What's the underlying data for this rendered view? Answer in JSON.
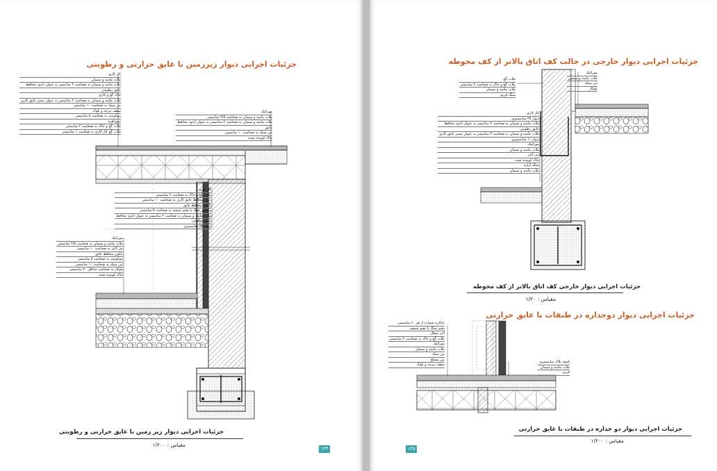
{
  "left_page": {
    "title": "جزئیات اجرایی دیوار زیرزمین با عایق حرارتی و رطوبتی",
    "caption": "جزئیات اجرایی دیوار زیر زمین با عایق حرارتی و رطوبتی",
    "scale": "مقیاس : ۱/۲۰۰",
    "page_number": "۱۳۴",
    "labels_group_1": [
      "کاژ کاری",
      "ملات ماسه و سیمان",
      "ملات ماسه و سیمان به ضخامت ۲ سانتیمتر به عنوان اندود محافظ",
      "عایق رطوبتی",
      "خاک گچ و کاری",
      "ملات ماسه و سیمان به ضخامت ۲ سانتیمتر به عنوان بستر عایق کاری",
      "بتن سبک به ضخامت ۱۰ سانتیمتر",
      "سقف تیرچه و بلوک",
      "پنوکونیت به ضخامت ۵ سانتیمتر",
      "سوژاهره",
      "ملات گچ و خاک به ضخامت ۲ سانتیمتر",
      "ملات گچ کاژ کاری به ضخامت ۱ سانتیمتر"
    ],
    "labels_group_2": [
      "موزائیک",
      "ملات ماسه و سیمان به ضخامت ۲/۵ سانتیمتر",
      "ملات ماسه و سیمان به ضخامت ۲ سانتیمتر به عنوان اندود محافظ",
      "عایق",
      "بتن سبک به ضخامت ۱۰ سانتیمتر",
      "خاک کوبیده شده"
    ],
    "labels_group_3": [
      "کاژ کاری",
      "ملات گچ و خاک به ضخامت ۲ سانتیمتر",
      "دیوار محافظ عایق کاری به ضخامت ۱۰ سانتیمتر",
      "نایلون محافظ عایق",
      "پنکیسر سنگ یا پشم شیشه به ضخامت ۵ سانتیمتر",
      "ملات ماسه و سیمان به ضخامت ۲ سانتیمتر به عنوان اندود محافظ",
      "عایق رطوبتی",
      "دیوار ۳۵ سانتیمتری"
    ],
    "labels_group_4": [
      "موزائیک",
      "ملات ماسه و سیمان به ضخامت ۲/۵ سانتیمتر",
      "بتن لاغر به ضخامت ۱۰ سانتیمتر",
      "نایلون محافظ عایق",
      "پنوکونیت به ضخامت ۵ سانتیمتر",
      "بتن سبک به ضخامت ۱۰ سانتیمتر",
      "بلوکاژ به ضخامت حداقل ۳۰ سانتیمتر",
      "خاک کوبیده شده"
    ]
  },
  "right_page": {
    "title_1": "جزئیات اجرایی دیوار خارجی در حالت کف اتاق بالاتر از کف محوطه",
    "caption_1": "جزئیات اجرایی دیوار خارجی کف اتاق بالاتر از کف محوطه",
    "scale_1": "مقیاس : ۱/۲۰",
    "title_2": "جزئیات اجرایی دیوار دوجداره در طبقات با عایق حرارتی",
    "caption_2": "جزئیات اجرایی دیوار دو جداره در طبقات با عایق حرارتی",
    "scale_2": "مقیاس : ۱/۲۰۰",
    "page_number": "۱۳۵",
    "labels_top_right": [
      "موزائیک",
      "ملات ماسه و سیمان",
      "بتن سبک",
      "بلوکاژ"
    ],
    "labels_top_left": [
      "ملات گچ",
      "ملات گچ و خاک به ضخامت ۲ سانتیمتر",
      "ملات ماسه و سیمان",
      "سنگ قرنیز"
    ],
    "labels_mid": [
      "کاژ کاری",
      "دیوار ۳۵ سانتیمتری",
      "ملات ماسه و سیمان به ضخامت ۲ سانتیمتر به عنوان اندود محافظ",
      "عایق رطوبتی",
      "ملات ماسه و سیمان به ضخامت ۲ سانتیمتر به عنوان بستر عایق کاری",
      "دیوار ۱۱ سانتیمتری",
      "موزائیک",
      "ملات ماسه و سیمان",
      "بتن لاغر",
      "خاک کوبیده شده",
      "سنگ ازاره",
      "ملات ماسه و سیمان"
    ],
    "labels_bottom_left": [
      "عناکره شماره از هر ۶۰ سانتیمتر",
      "پشم سنگ یا پشم شیشه",
      "آجر سفال",
      "ملات گچ و خاک به ضخامت ۲ سانتیمتر",
      "موزائیک",
      "ملات ماسه و سیمان",
      "بتن سبک",
      "بتن مسلح",
      "سقف تیرچه و بلوک"
    ],
    "labels_bottom_right": [
      "کنیقه پلاک سانتیمتری",
      "ملات ماسه و سیمان",
      "قرنیز"
    ]
  }
}
